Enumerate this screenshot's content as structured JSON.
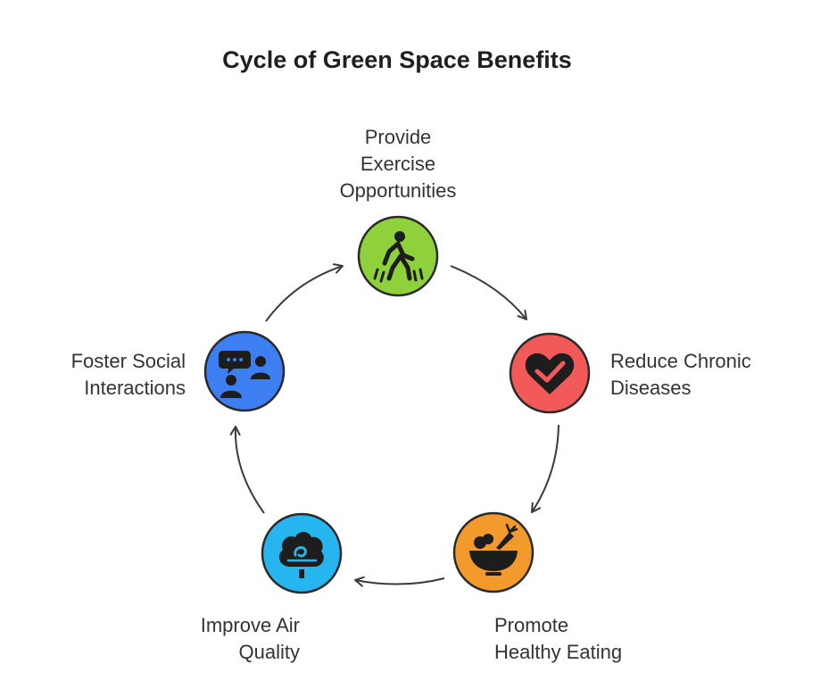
{
  "title": "Cycle of Green Space Benefits",
  "colors": {
    "exercise": "#8ed13b",
    "chronic": "#f25a5a",
    "eating": "#f39a2c",
    "air": "#27b5f0",
    "social": "#3d7ef2",
    "outline": "#2a2a2a",
    "arrow": "#3a3a3a"
  },
  "nodes": [
    {
      "id": "exercise",
      "icon": "walking-person-icon",
      "label_lines": [
        "Provide",
        "Exercise",
        "Opportunities"
      ]
    },
    {
      "id": "chronic",
      "icon": "heart-check-icon",
      "label_lines": [
        "Reduce Chronic",
        "Diseases"
      ]
    },
    {
      "id": "eating",
      "icon": "vegetable-bowl-icon",
      "label_lines": [
        "Promote",
        "Healthy Eating"
      ]
    },
    {
      "id": "air",
      "icon": "tree-cloud-icon",
      "label_lines": [
        "Improve Air",
        "Quality"
      ]
    },
    {
      "id": "social",
      "icon": "people-chat-icon",
      "label_lines": [
        "Foster Social",
        "Interactions"
      ]
    }
  ]
}
